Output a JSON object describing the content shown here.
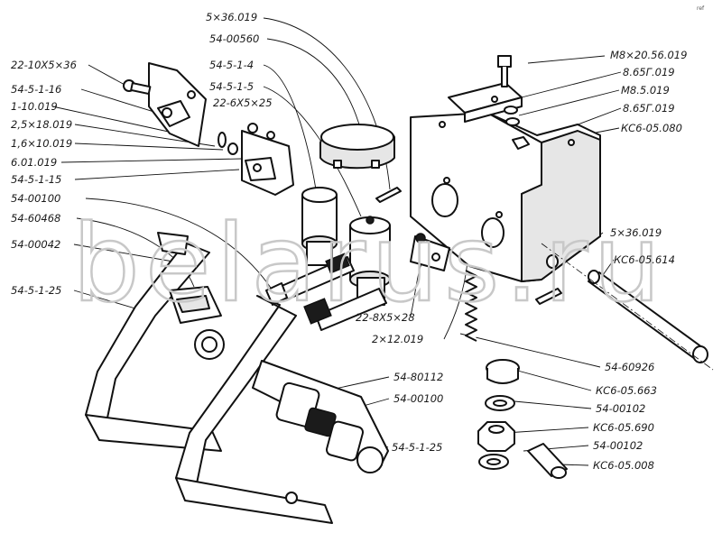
{
  "watermark": "belarus.ru",
  "corner_note": "ref",
  "labels": [
    {
      "id": "5x36-019-top",
      "text": "5×36.019"
    },
    {
      "id": "54-00560",
      "text": "54-00560"
    },
    {
      "id": "54-5-1-4",
      "text": "54-5-1-4"
    },
    {
      "id": "54-5-1-5",
      "text": "54-5-1-5"
    },
    {
      "id": "m8x20-56-019",
      "text": "M8×20.56.019"
    },
    {
      "id": "8-65g-019-a",
      "text": "8.65Г.019"
    },
    {
      "id": "m8-5-019",
      "text": "M8.5.019"
    },
    {
      "id": "8-65g-019-b",
      "text": "8.65Г.019"
    },
    {
      "id": "ks6-05-080",
      "text": "КС6-05.080"
    },
    {
      "id": "22-10x5x36",
      "text": "22-10Х5×36"
    },
    {
      "id": "54-5-1-16",
      "text": "54-5-1-16"
    },
    {
      "id": "22-6x5x25",
      "text": "22-6Х5×25"
    },
    {
      "id": "1-10-019",
      "text": "1-10.019"
    },
    {
      "id": "2-5x18-019",
      "text": "2,5×18.019"
    },
    {
      "id": "1-6x10-019",
      "text": "1,6×10.019"
    },
    {
      "id": "6-01-019",
      "text": "6.01.019"
    },
    {
      "id": "54-5-1-15",
      "text": "54-5-1-15"
    },
    {
      "id": "54-00100-left",
      "text": "54-00100"
    },
    {
      "id": "54-60468",
      "text": "54-60468"
    },
    {
      "id": "54-00042",
      "text": "54-00042"
    },
    {
      "id": "54-5-1-25-left",
      "text": "54-5-1-25"
    },
    {
      "id": "5x36-019-right",
      "text": "5×36.019"
    },
    {
      "id": "ks6-05-614",
      "text": "КС6-05.614"
    },
    {
      "id": "22-8x5x28",
      "text": "22-8Х5×28"
    },
    {
      "id": "2x12-019",
      "text": "2×12.019"
    },
    {
      "id": "54-60926",
      "text": "54-60926"
    },
    {
      "id": "54-80112",
      "text": "54-80112"
    },
    {
      "id": "54-00100-right",
      "text": "54-00100"
    },
    {
      "id": "ks6-05-663",
      "text": "КС6-05.663"
    },
    {
      "id": "54-00102-a",
      "text": "54-00102"
    },
    {
      "id": "ks6-05-690",
      "text": "КС6-05.690"
    },
    {
      "id": "54-00102-b",
      "text": "54-00102"
    },
    {
      "id": "54-5-1-25-right",
      "text": "54-5-1-25"
    },
    {
      "id": "ks6-05-008",
      "text": "КС6-05.008"
    }
  ]
}
